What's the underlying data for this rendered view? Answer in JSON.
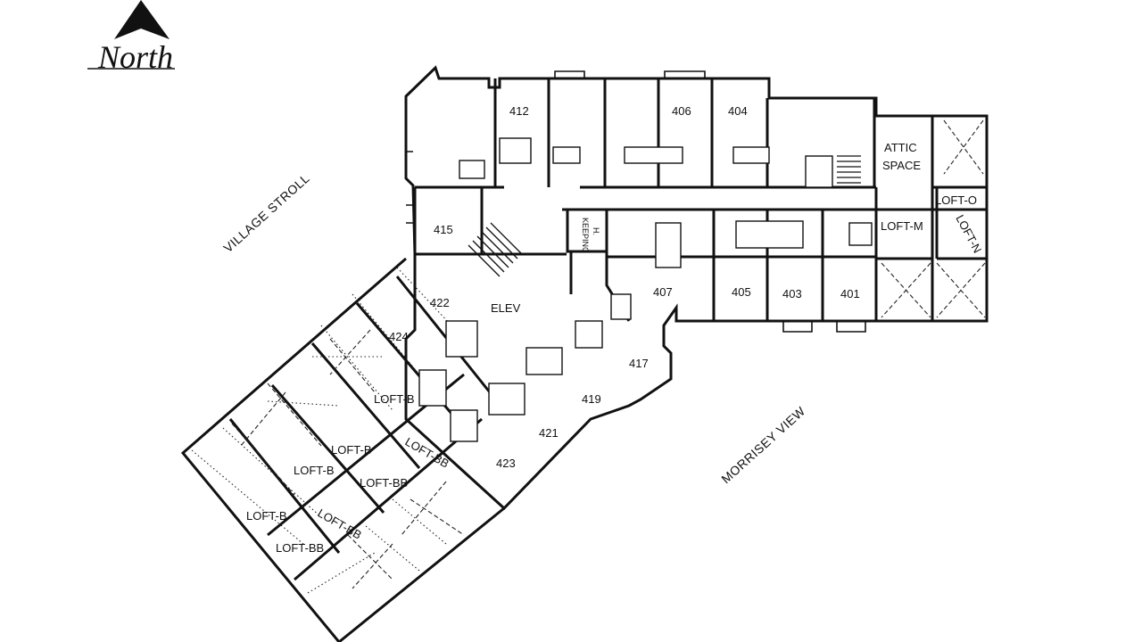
{
  "compass": {
    "label": "North",
    "icon": "north-arrow-icon"
  },
  "streets": {
    "west": "VILLAGE STROLL",
    "south": "MORRISEY VIEW"
  },
  "rooms": {
    "r412": "412",
    "r406": "406",
    "r404": "404",
    "r415": "415",
    "r407": "407",
    "r405": "405",
    "r403": "403",
    "r401": "401",
    "r422": "422",
    "r424": "424",
    "r417": "417",
    "r419": "419",
    "r421": "421",
    "r423": "423",
    "elev": "ELEV",
    "hk1": "H.",
    "hk2": "KEEPING",
    "attic1": "ATTIC",
    "attic2": "SPACE",
    "loft_o": "LOFT-O",
    "loft_m": "LOFT-M",
    "loft_n": "LOFT-N",
    "loft_b1": "LOFT-B",
    "loft_b2": "LOFT-B",
    "loft_b3": "LOFT-B",
    "loft_b4": "LOFT-B",
    "loft_bb1": "LOFT-BB",
    "loft_bb2": "LOFT-BB",
    "loft_bb3": "LOFT-BB",
    "loft_bb4": "LOFT-BB"
  },
  "colors": {
    "line": "#111111",
    "background": "#ffffff"
  }
}
